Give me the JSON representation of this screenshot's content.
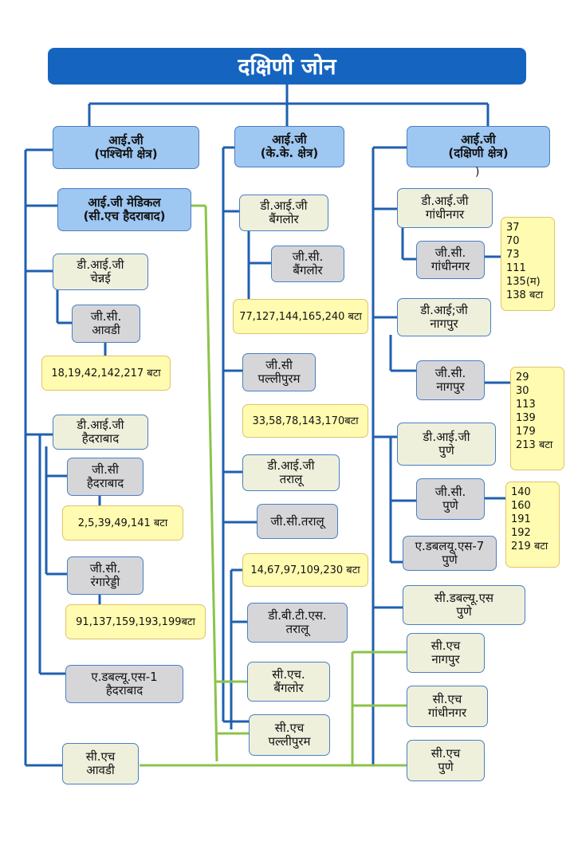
{
  "title": "दक्षिणी जोन",
  "ig_west": "आई.जी\n(पश्चिमी क्षेत्र)",
  "ig_kk": "आई.जी\n(के.के. क्षेत्र)",
  "ig_south": "आई.जी\n(दक्षिणी क्षेत्र)",
  "ig_south_stray": ")",
  "ig_medical": "आई.जी मेडिकल\n(सी.एच हैदराबाद)",
  "dig_chennai": "डी.आई.जी\nचेन्नई",
  "gc_avadi": "जी.सी.\nआवडी",
  "bat_avadi": "18,19,42,142,217 बटा",
  "dig_hyderabad": "डी.आई.जी\nहैदराबाद",
  "gc_hyderabad": "जी.सी\nहैदराबाद",
  "bat_hyderabad": "2,5,39,49,141 बटा",
  "gc_rangareddy": "जी.सी.\nरंगारेड्डी",
  "bat_rangareddy": "91,137,159,193,199बटा",
  "aws_hyderabad": "ए.डबल्यू.एस-1\nहैदराबाद",
  "ch_avadi": "सी.एच\nआवडी",
  "dig_bangalore": "डी.आई.जी\nबैंगलोर",
  "gc_bangalore": "जी.सी.\nबैंगलोर",
  "bat_bangalore": "77,127,144,165,240 बटा",
  "gc_pallipuram": "जी.सी\nपल्लीपुरम",
  "bat_pallipuram": "33,58,78,143,170बटा",
  "dig_taraloo": "डी.आई.जी\nतरालू",
  "gc_taraloo": "जी.सी.तरालू",
  "bat_taraloo": "14,67,97,109,230 बटा",
  "dbts_taraloo": "डी.बी.टी.एस.\nतरालू",
  "ch_bangalore": "सी.एच.\nबैंगलोर",
  "ch_pallipuram": "सी.एच\nपल्लीपुरम",
  "dig_gandhinagar": "डी.आई.जी\nगांधीनगर",
  "gc_gandhinagar": "जी.सी.\nगांधीनगर",
  "bat_gandhinagar": "37\n70\n73\n111\n135(म)\n138 बटा",
  "dig_nagpur": "डी.आई;जी\nनागपुर",
  "gc_nagpur": "जी.सी.\nनागपुर",
  "bat_nagpur": "29\n30\n113\n139\n179\n213 बटा",
  "dig_pune": "डी.आई.जी\nपुणे",
  "gc_pune": "जी.सी.\nपुणे",
  "bat_pune": "140\n160\n191\n192\n219 बटा",
  "aws_pune": "ए.डबलयू.एस-7\nपुणे",
  "cws_pune": "सी.डबल्यू.एस\nपुणे",
  "ch_nagpur": "सी.एच\nनागपुर",
  "ch_gandhinagar": "सी.एच\nगांधीनगर",
  "ch_pune": "सी.एच\nपुणे",
  "colors": {
    "header": "#1565c0",
    "ig": "#9ec7f2",
    "dig": "#eef0dc",
    "gc": "#d6d6d9",
    "battalion": "#fffbb0",
    "blue_line": "#1f5fb0",
    "green_line": "#8bc34a"
  }
}
